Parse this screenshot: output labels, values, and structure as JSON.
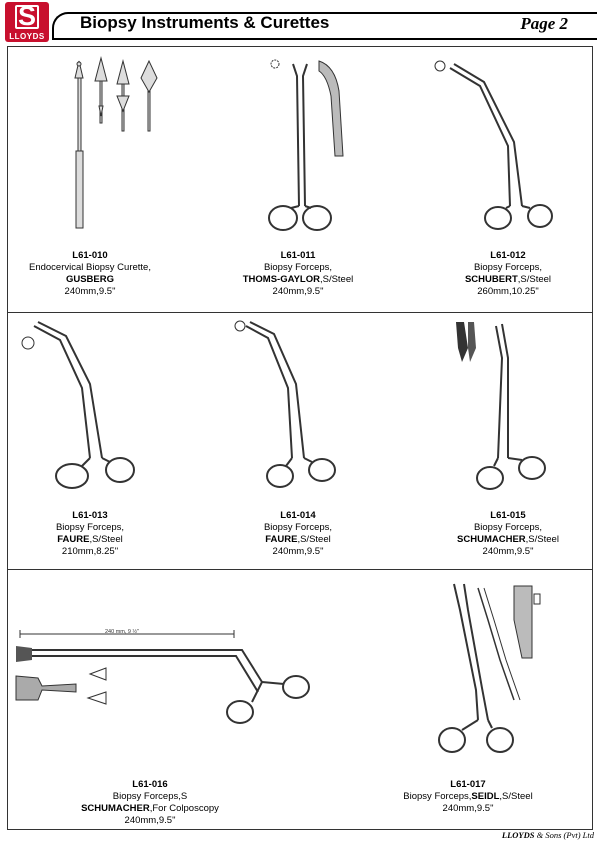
{
  "header": {
    "logo_text": "LLOYDS",
    "title": "Biopsy Instruments & Curettes",
    "page": "Page 2"
  },
  "items": [
    {
      "code": "L61-010",
      "line1": "Endocervical Biopsy Curette,",
      "name": "GUSBERG",
      "suffix": "",
      "size": "240mm,9.5\""
    },
    {
      "code": "L61-011",
      "line1": "Biopsy Forceps,",
      "name": "THOMS-GAYLOR",
      "suffix": ",S/Steel",
      "size": "240mm,9.5\""
    },
    {
      "code": "L61-012",
      "line1": "Biopsy Forceps,",
      "name": "SCHUBERT",
      "suffix": ",S/Steel",
      "size": "260mm,10.25\""
    },
    {
      "code": "L61-013",
      "line1": "Biopsy Forceps,",
      "name": "FAURE",
      "suffix": ",S/Steel",
      "size": "210mm,8.25\""
    },
    {
      "code": "L61-014",
      "line1": "Biopsy Forceps,",
      "name": "FAURE",
      "suffix": ",S/Steel",
      "size": "240mm,9.5\""
    },
    {
      "code": "L61-015",
      "line1": "Biopsy Forceps,",
      "name": "SCHUMACHER",
      "suffix": ",S/Steel",
      "size": "240mm,9.5\""
    },
    {
      "code": "L61-016",
      "line1": "Biopsy Forceps,S",
      "name": "SCHUMACHER",
      "suffix": ",For Colposcopy",
      "size": "240mm,9.5\""
    },
    {
      "code": "L61-017",
      "line1_pre": "Biopsy Forceps,",
      "name": "SEIDL",
      "suffix": ",S/Steel",
      "size": "240mm,9.5\""
    }
  ],
  "dimension_label": "240 mm, 9 ½\"",
  "footer": {
    "brand": "LLOYDS",
    "rest": " & Sons (Pvt) Ltd"
  }
}
